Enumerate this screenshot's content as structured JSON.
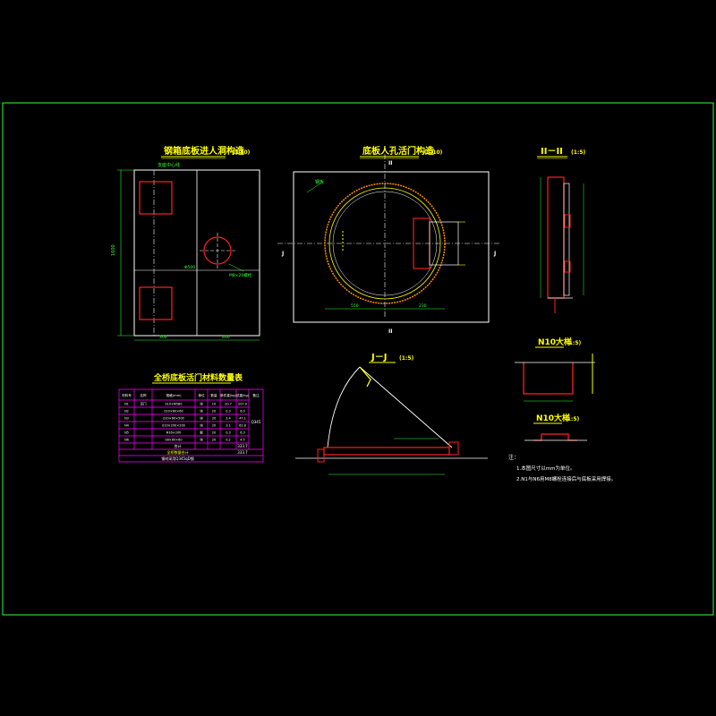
{
  "colors": {
    "background": "#000000",
    "frame": "#33ff33",
    "outline": "#ffffff",
    "steel": "#ff2020",
    "dimension": "#33ff33",
    "annotation": "#ffff00",
    "table_border": "#ff00ff",
    "bolt_ring": "#ff8c00",
    "centerline": "#ffffff"
  },
  "titles": {
    "plan_view": "钢箱底板进人洞构造",
    "plan_scale": "(1:50)",
    "door_view": "底板人孔活门构造",
    "door_scale": "(1:10)",
    "section_ii": "II－II",
    "section_ii_scale": "(1:5)",
    "section_jj": "J－J",
    "section_jj_scale": "(1:5)",
    "detail_a": "N10大样",
    "detail_a_scale": "(1:5)",
    "detail_b": "N10大样",
    "detail_b_scale": "(1:5)",
    "table_title": "全桥底板活门材料数量表"
  },
  "plan_labels": {
    "top_note": "支座中心线",
    "dim_total_height": "1600",
    "dim_left": "300",
    "dim_right": "400",
    "hole_note": "Φ500",
    "bolt_note": "M8×20螺栓"
  },
  "door_labels": {
    "cut_ii_top": "II",
    "cut_ii_bottom": "II",
    "cut_j_left": "J",
    "cut_j_right": "J",
    "callout": "钢板",
    "dim_bottom_left": "550",
    "dim_bottom_right": "230"
  },
  "table": {
    "headers": [
      "材料号",
      "名称",
      "规格(mm)",
      "单位",
      "数量",
      "单件重(kg)",
      "总重(kg)",
      "备注"
    ],
    "rows": [
      [
        "N1",
        "活门",
        "δ10×Φ580",
        "块",
        "10",
        "20.7",
        "207.0"
      ],
      [
        "N2",
        "",
        "δ10×60×60",
        "块",
        "20",
        "0.3",
        "6.0"
      ],
      [
        "N3",
        "",
        "δ10×60×500",
        "块",
        "20",
        "2.4",
        "47.1"
      ],
      [
        "N4",
        "",
        "δ10×200×200",
        "块",
        "20",
        "3.1",
        "62.8"
      ],
      [
        "N5",
        "",
        "Φ16×200",
        "根",
        "20",
        "0.3",
        "6.3"
      ],
      [
        "N6",
        "",
        "δ8×60×60",
        "块",
        "20",
        "0.2",
        "4.5"
      ]
    ],
    "total_label": "合计",
    "total_value": "333.7",
    "remark": "Q345",
    "sum_label": "全桥数量合计",
    "sum_value": "333.7",
    "footer": "钢材采用Q345qD钢"
  },
  "notes": {
    "heading": "注：",
    "line1": "1.本图尺寸以mm为单位。",
    "line2": "2.N1与N6用M8螺栓连接后与底板采用焊接。"
  }
}
